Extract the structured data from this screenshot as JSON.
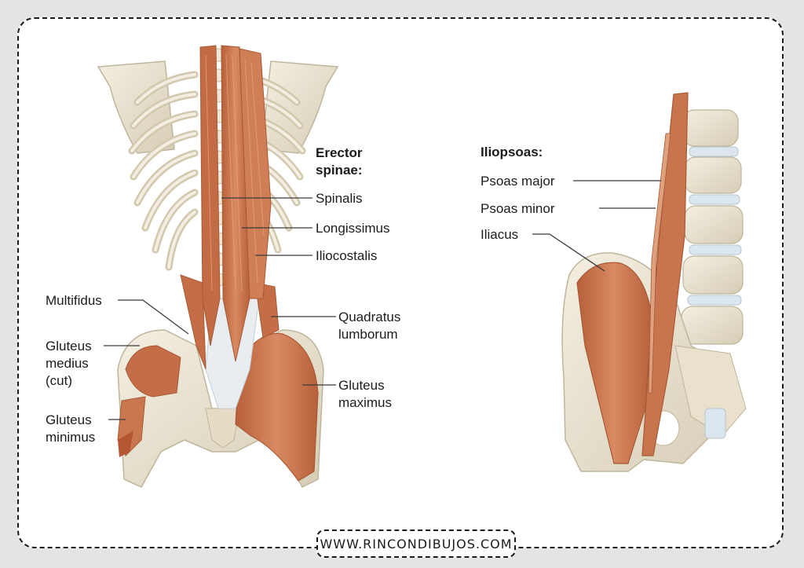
{
  "colors": {
    "muscle": "#c9774f",
    "muscle_dark": "#a85a36",
    "bone": "#eee7d6",
    "bone_shade": "#cfc5ad",
    "frame_border": "#1a1a1a",
    "page_background": "#e4e4e4"
  },
  "back_view": {
    "heading_line1": "Erector",
    "heading_line2": "spinae:",
    "spinalis": "Spinalis",
    "longissimus": "Longissimus",
    "iliocostalis": "Iliocostalis",
    "multifidus": "Multifidus",
    "quadratus_line1": "Quadratus",
    "quadratus_line2": "lumborum",
    "gluteus_medius_line1": "Gluteus",
    "gluteus_medius_line2": "medius",
    "gluteus_medius_line3": "(cut)",
    "gluteus_maximus_line1": "Gluteus",
    "gluteus_maximus_line2": "maximus",
    "gluteus_minimus_line1": "Gluteus",
    "gluteus_minimus_line2": "minimus"
  },
  "side_view": {
    "heading": "Iliopsoas:",
    "psoas_major": "Psoas major",
    "psoas_minor": "Psoas minor",
    "iliacus": "Iliacus"
  },
  "footer": {
    "website": "WWW.RINCONDIBUJOS.COM"
  }
}
